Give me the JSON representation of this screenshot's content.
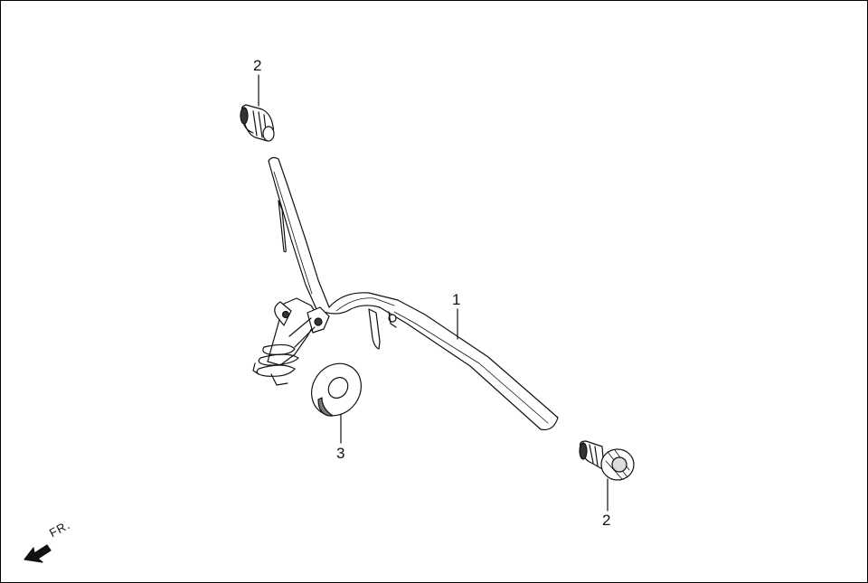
{
  "callouts": [
    {
      "id": "upper-bar-end",
      "label": "2"
    },
    {
      "id": "handlebar",
      "label": "1"
    },
    {
      "id": "washer",
      "label": "3"
    },
    {
      "id": "lower-bar-end",
      "label": "2"
    }
  ],
  "direction": {
    "label": "FR.",
    "icon": "front-direction-arrow-icon"
  },
  "colors": {
    "line": "#111111",
    "fill": "#ffffff",
    "shade": "#cfcfcf"
  }
}
